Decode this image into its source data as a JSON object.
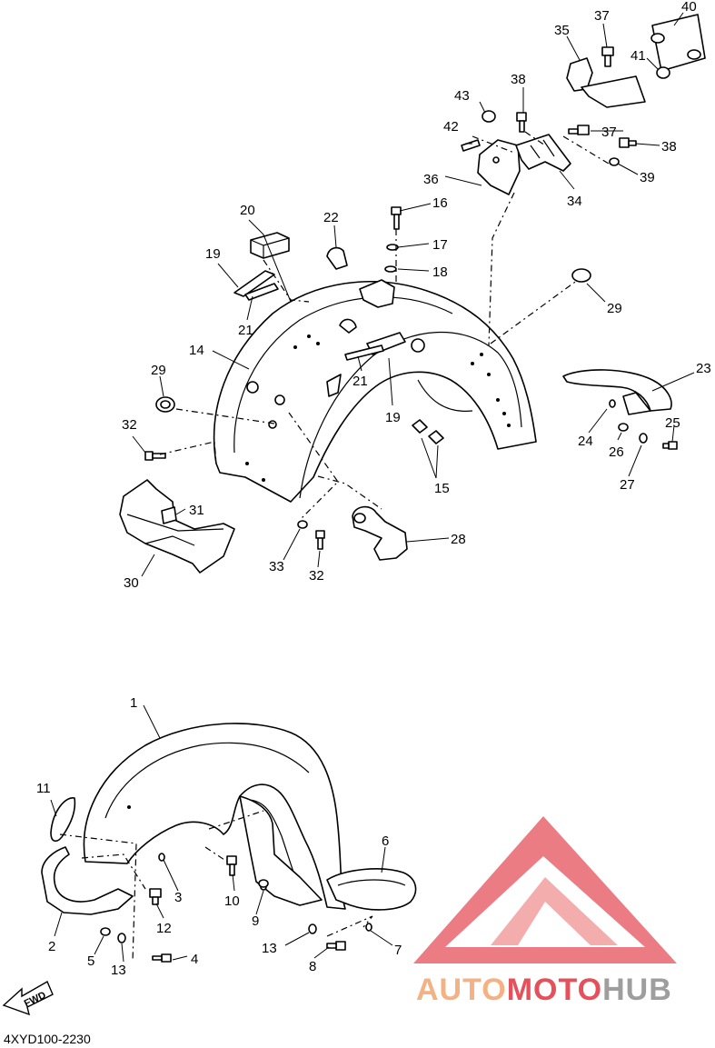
{
  "diagram": {
    "code": "4XYD100-2230",
    "fwd_label": "FWD",
    "callouts": [
      "1",
      "2",
      "3",
      "4",
      "5",
      "6",
      "7",
      "8",
      "9",
      "10",
      "11",
      "12",
      "13",
      "13",
      "14",
      "15",
      "16",
      "17",
      "18",
      "19",
      "19",
      "20",
      "21",
      "21",
      "22",
      "23",
      "24",
      "25",
      "26",
      "27",
      "28",
      "29",
      "29",
      "30",
      "31",
      "32",
      "32",
      "33",
      "34",
      "35",
      "36",
      "37",
      "37",
      "38",
      "38",
      "39",
      "40",
      "41",
      "42",
      "43"
    ]
  },
  "watermark": {
    "brand_part1": "AUTO",
    "brand_part2": "MOTO",
    "brand_part3": "HUB",
    "color_light": "#f4b183",
    "color_red": "#e5505a",
    "color_dark": "#9e9e9e"
  }
}
